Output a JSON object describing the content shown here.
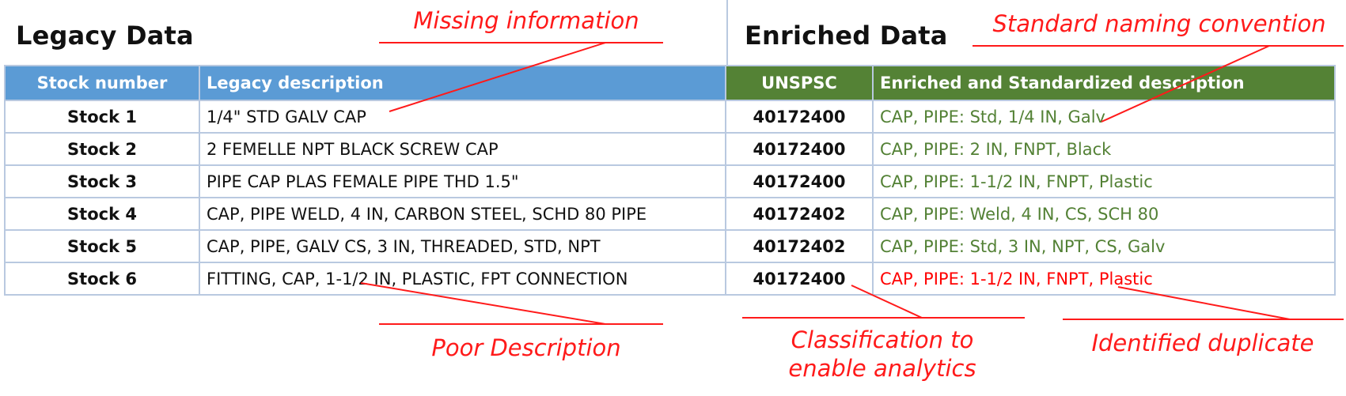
{
  "legacy_title": "Legacy Data",
  "enriched_title": "Enriched Data",
  "headers": {
    "stock_number": "Stock number",
    "legacy_description": "Legacy description",
    "unspsc": "UNSPSC",
    "enriched_description": "Enriched and Standardized description"
  },
  "rows": [
    {
      "stock": "Stock 1",
      "legacy": "1/4\" STD GALV CAP",
      "unspsc": "40172400",
      "enriched": "CAP, PIPE: Std, 1/4 IN, Galv"
    },
    {
      "stock": "Stock 2",
      "legacy": "2 FEMELLE NPT BLACK SCREW CAP",
      "unspsc": "40172400",
      "enriched": "CAP, PIPE: 2 IN, FNPT, Black"
    },
    {
      "stock": "Stock 3",
      "legacy": "PIPE CAP PLAS FEMALE PIPE THD 1.5\"",
      "unspsc": "40172400",
      "enriched": "CAP, PIPE: 1-1/2 IN, FNPT, Plastic"
    },
    {
      "stock": "Stock 4",
      "legacy": "CAP, PIPE WELD, 4 IN, CARBON STEEL, SCHD 80 PIPE",
      "unspsc": "40172402",
      "enriched": "CAP, PIPE: Weld, 4 IN, CS, SCH 80"
    },
    {
      "stock": "Stock 5",
      "legacy": "CAP, PIPE, GALV CS, 3 IN, THREADED, STD, NPT",
      "unspsc": "40172402",
      "enriched": "CAP, PIPE: Std, 3 IN, NPT, CS, Galv"
    },
    {
      "stock": "Stock 6",
      "legacy": "FITTING, CAP, 1-1/2 IN, PLASTIC, FPT CONNECTION",
      "unspsc": "40172400",
      "enriched": "CAP, PIPE: 1-1/2 IN, FNPT, Plastic"
    }
  ],
  "annotations": {
    "missing_information": "Missing information",
    "standard_naming": "Standard naming convention",
    "poor_description": "Poor Description",
    "classification_line1": "Classification to",
    "classification_line2": "enable analytics",
    "identified_duplicate": "Identified duplicate"
  },
  "colors": {
    "header_blue": "#5b9bd5",
    "header_green": "#548235",
    "enriched_text": "#538135",
    "annotation_red": "#ff1a1a",
    "grid": "#b9c9e0"
  }
}
